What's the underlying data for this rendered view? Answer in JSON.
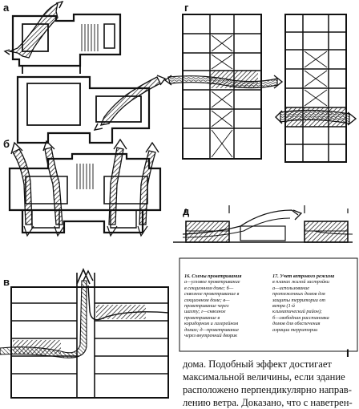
{
  "labels": {
    "a": "а",
    "b": "б",
    "v": "в",
    "g": "г",
    "d": "д"
  },
  "caption16": {
    "head": "16. Схемы проветривания",
    "lines": [
      "а—угловое проветривание",
      "в секционном доме; б—",
      "сквозное проветривание в",
      "секционном доме; в—",
      "проветривание через",
      "шахту; г—сквозное",
      "проветривание в",
      "коридорном и галерейном",
      "домах; д—проветривание",
      "через внутренний дворик"
    ]
  },
  "caption17": {
    "head": "17. Учет ветрового режима",
    "lines": [
      "в планах жилой застройки",
      "а—использование",
      "протяженных домов для",
      "защиты территории от",
      "ветра (1-й",
      "климатический район);",
      "б—свободная расстановка",
      "домов для обеспечения",
      "аэрации территории"
    ]
  },
  "body_text": [
    "дома. Подобный эффект достигает",
    "максимальной величины, если здание",
    "расположено перпендикулярно направ-",
    "лению ветра. Доказано, что с наветрен-"
  ],
  "page_mark": "I"
}
